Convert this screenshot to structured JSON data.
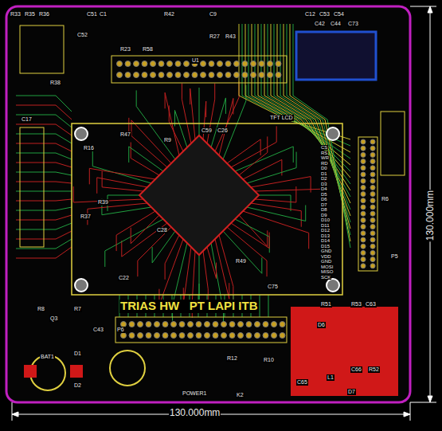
{
  "diagram": {
    "labels": [
      "R33",
      "R35",
      "R36",
      "C51",
      "C1",
      "R42",
      "C9",
      "R27",
      "R43",
      "U1",
      "R23",
      "R58",
      "C52",
      "C12",
      "C53",
      "C54",
      "C42",
      "C44",
      "C73",
      "R38",
      "C17",
      "R16",
      "R47",
      "R9",
      "C59",
      "C26",
      "R37",
      "R39",
      "C28",
      "C22",
      "R49",
      "C75",
      "TFT LCD",
      "R6",
      "P5",
      "R51",
      "R53",
      "C63",
      "D6",
      "C65",
      "L1",
      "C66",
      "R52",
      "D7",
      "R8",
      "Q3",
      "R7",
      "BAT1",
      "D1",
      "D2",
      "C43",
      "P6",
      "R12",
      "R10",
      "K2",
      "POWER1",
      "TRIAS HW   PT LAPI ITB",
      "130.000mm",
      "130.000mm",
      "CS",
      "RS",
      "WR",
      "RD",
      "D0",
      "D1",
      "D2",
      "D3",
      "D4",
      "D5",
      "D6",
      "D7",
      "D8",
      "D9",
      "D10",
      "D11",
      "D12",
      "D13",
      "D14",
      "D15",
      "GND",
      "VDD",
      "GND",
      "MOSI",
      "MISO",
      "SCK"
    ]
  }
}
